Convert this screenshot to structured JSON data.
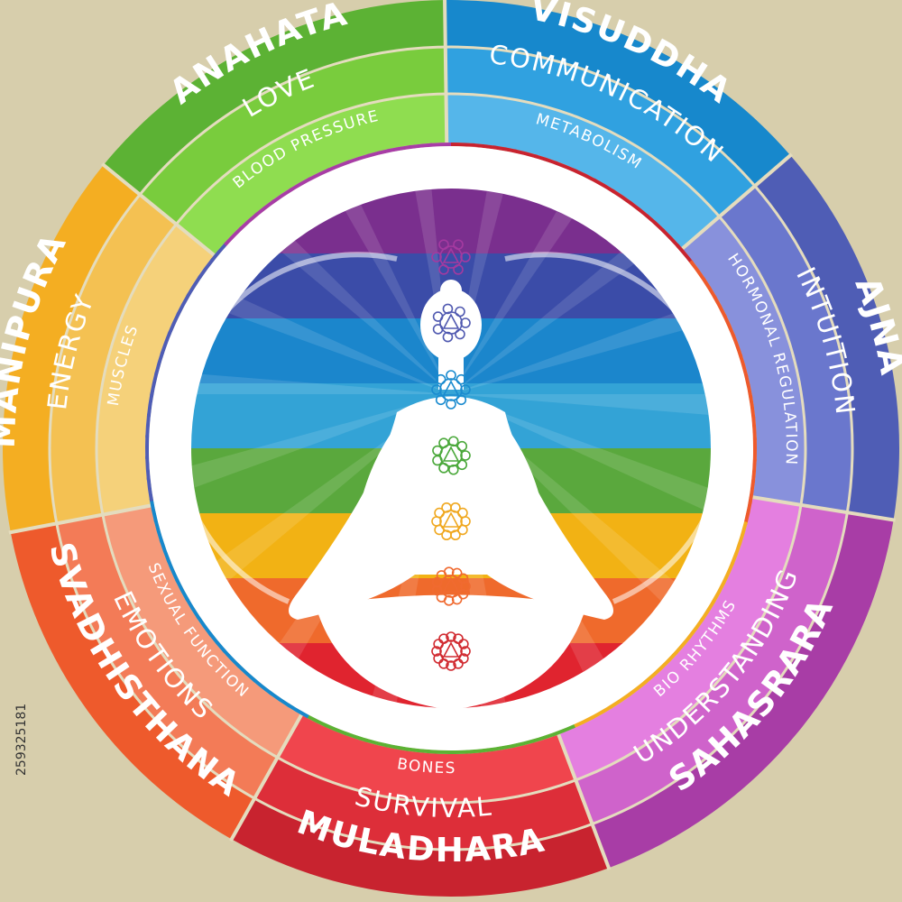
{
  "colors": {
    "background": "#d7ceac",
    "separator": "#e4dcbe",
    "inner_ring": "#ffffff"
  },
  "chakras": [
    {
      "id": "muladhara",
      "name": "MULADHARA",
      "quality": "SURVIVAL",
      "function": "BONES",
      "colors": {
        "outer": "#c8232f",
        "middle": "#dd2e39",
        "inner": "#f0454d"
      }
    },
    {
      "id": "svadhisthana",
      "name": "SVADHISTHANA",
      "quality": "EMOTIONS",
      "function": "SEXUAL FUNCTION",
      "colors": {
        "outer": "#ee5a2c",
        "middle": "#f37b57",
        "inner": "#f59a7a"
      }
    },
    {
      "id": "manipura",
      "name": "MANIPURA",
      "quality": "ENERGY",
      "function": "MUSCLES",
      "colors": {
        "outer": "#f4ae22",
        "middle": "#f4c152",
        "inner": "#f5d17a"
      }
    },
    {
      "id": "anahata",
      "name": "ANAHATA",
      "quality": "LOVE",
      "function": "BLOOD PRESSURE",
      "colors": {
        "outer": "#5cb234",
        "middle": "#79cc3d",
        "inner": "#8fdd50"
      }
    },
    {
      "id": "visuddha",
      "name": "VISUDDHA",
      "quality": "COMMUNICATION",
      "function": "METABOLISM",
      "colors": {
        "outer": "#1788cc",
        "middle": "#30a1e0",
        "inner": "#55b6ea"
      }
    },
    {
      "id": "ajna",
      "name": "AJNA",
      "quality": "INTUITION",
      "function": "HORMONAL REGULATION",
      "colors": {
        "outer": "#4f5db5",
        "middle": "#6a77cd",
        "inner": "#8891dc"
      }
    },
    {
      "id": "sahasrara",
      "name": "SAHASRARA",
      "quality": "UNDERSTANDING",
      "function": "BIO RHYTHMS",
      "colors": {
        "outer": "#a83da6",
        "middle": "#cf63cb",
        "inner": "#e47fe0"
      }
    }
  ],
  "center": {
    "stripes": [
      "#7a2f8e",
      "#3b4ca8",
      "#1b86cc",
      "#33a3d6",
      "#5aa83d",
      "#f2b214",
      "#ef6a2c",
      "#e0242f"
    ],
    "symbol_colors": [
      "#a43aa0",
      "#5059b0",
      "#1a8bcf",
      "#4aa83a",
      "#f0a820",
      "#f06a30",
      "#d12a30"
    ]
  },
  "watermark_id": "259325181"
}
